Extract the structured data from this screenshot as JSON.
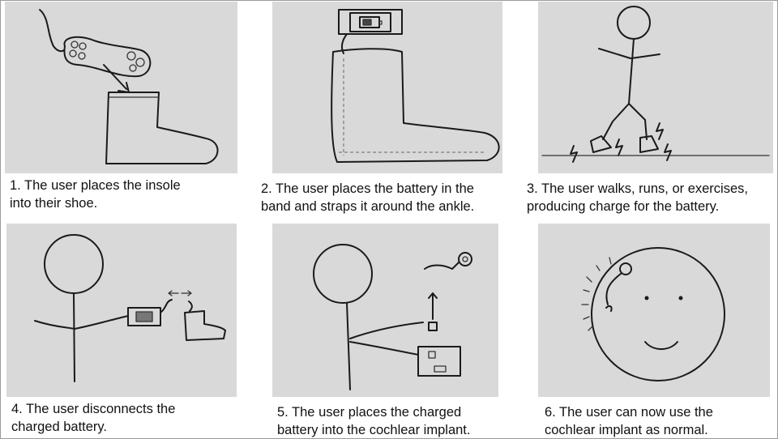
{
  "steps": [
    {
      "line1": "1. The user places the insole",
      "line2": "into their shoe."
    },
    {
      "line1": "2. The user places the battery in the",
      "line2": "band and straps it around the ankle."
    },
    {
      "line1": "3. The user walks, runs, or exercises,",
      "line2": "producing charge for the battery."
    },
    {
      "line1": "4. The user disconnects the",
      "line2": "charged battery."
    },
    {
      "line1": "5. The user places the charged",
      "line2": "battery into the cochlear implant."
    },
    {
      "line1": "6. The user can now use the",
      "line2": "cochlear implant as normal."
    }
  ],
  "colors": {
    "paper": "#d9d9d9",
    "ink": "#1a1a1a",
    "background": "#ffffff"
  }
}
